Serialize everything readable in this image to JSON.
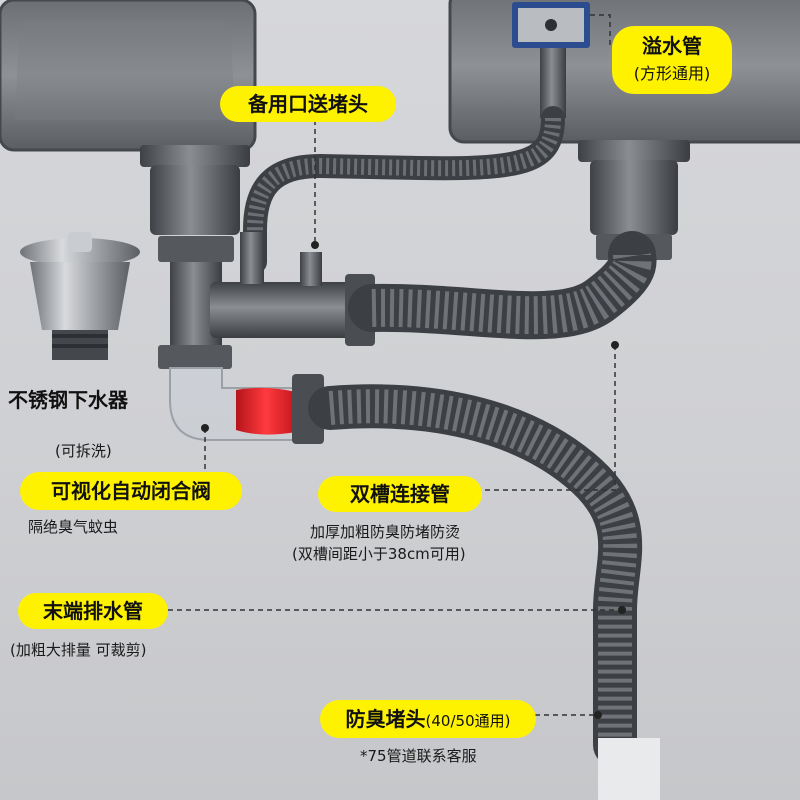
{
  "labels": {
    "overflow": {
      "title": "溢水管",
      "sub": "(方形通用)"
    },
    "spare_port": {
      "title": "备用口送堵头"
    },
    "strainer": {
      "title": "不锈钢下水器",
      "sub": "(可拆洗)"
    },
    "valve": {
      "title": "可视化自动闭合阀",
      "sub": "隔绝臭气蚊虫"
    },
    "double_tube": {
      "title": "双槽连接管",
      "line1": "加厚加粗防臭防堵防烫",
      "line2": "(双槽间距小于38cm可用)"
    },
    "end_tube": {
      "title": "末端排水管",
      "sub": "(加粗大排量 可裁剪)"
    },
    "plug": {
      "title": "防臭堵头",
      "title_suffix": "(40/50通用)",
      "sub": "*75管道联系客服"
    }
  },
  "colors": {
    "tag_bg": "#fff200",
    "pipe_dark": "#4f5257",
    "pipe_mid": "#6b6e73",
    "pipe_light": "#9a9da2",
    "valve_red": "#e0262b",
    "sink_steel": "#7d8086"
  }
}
